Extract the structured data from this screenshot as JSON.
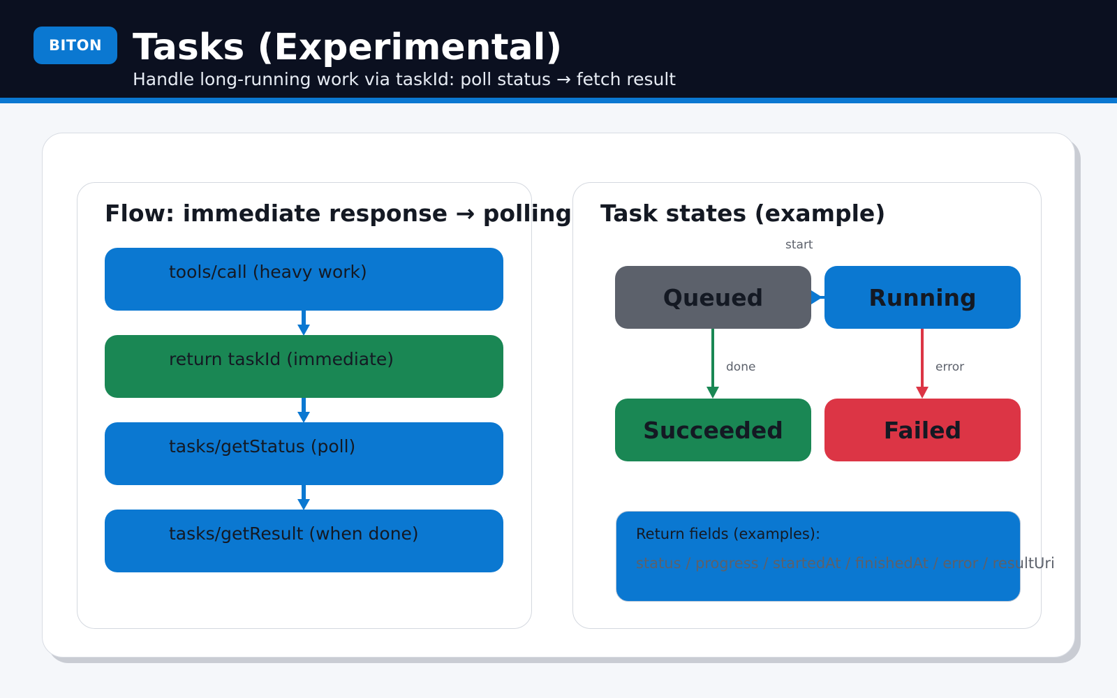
{
  "header": {
    "badge": "BITON",
    "title": "Tasks (Experimental)",
    "subtitle": "Handle long-running work via taskId: poll status → fetch result"
  },
  "flow": {
    "title": "Flow: immediate response → polling",
    "steps": [
      {
        "label": "tools/call (heavy work)",
        "color": "#0b78d1"
      },
      {
        "label": "return taskId (immediate)",
        "color": "#1a8754"
      },
      {
        "label": "tasks/getStatus (poll)",
        "color": "#0b78d1"
      },
      {
        "label": "tasks/getResult (when done)",
        "color": "#0b78d1"
      }
    ]
  },
  "states": {
    "title": "Task states (example)",
    "nodes": {
      "queued": {
        "label": "Queued",
        "color": "#5c616b"
      },
      "running": {
        "label": "Running",
        "color": "#0b78d1"
      },
      "succeeded": {
        "label": "Succeeded",
        "color": "#1a8754"
      },
      "failed": {
        "label": "Failed",
        "color": "#dc3545"
      }
    },
    "edges": {
      "start": "start",
      "done": "done",
      "error": "error"
    },
    "return_fields": {
      "title": "Return fields (examples):",
      "fields": "status / progress / startedAt / finishedAt / error / resultUri"
    }
  },
  "colors": {
    "header_bg": "#0b1020",
    "accent_blue": "#0b78d1",
    "green": "#1a8754",
    "gray": "#5c616b",
    "red": "#dc3545"
  }
}
